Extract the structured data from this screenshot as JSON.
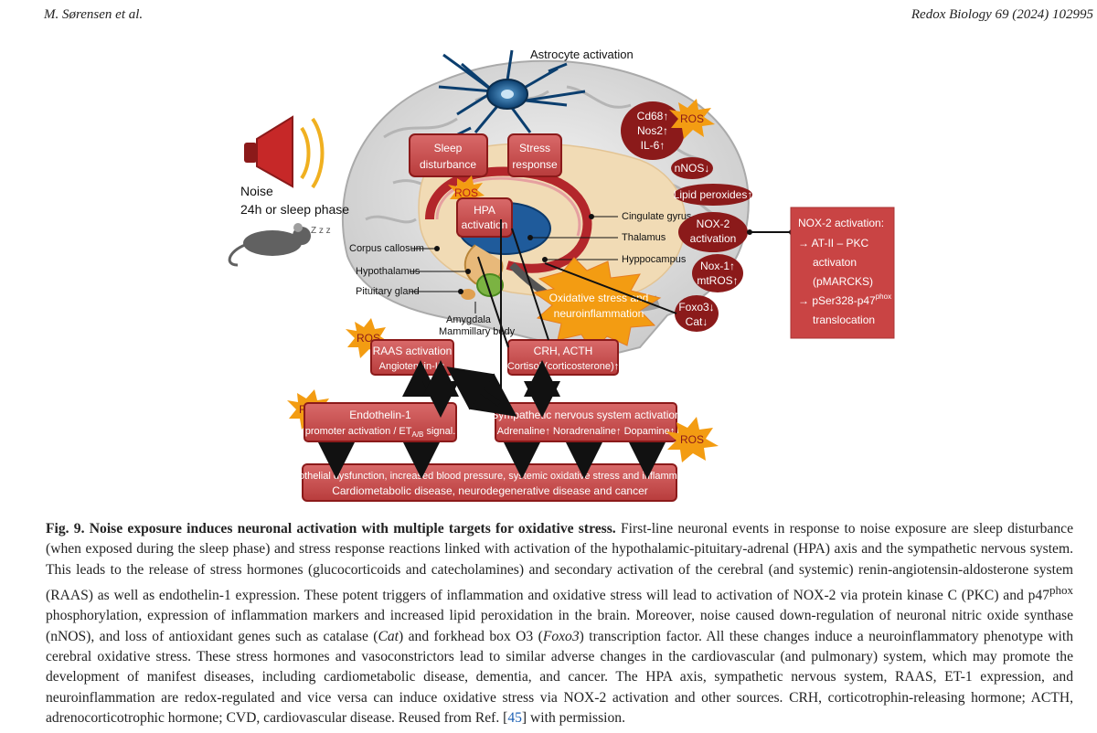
{
  "header": {
    "authors": "M. Sørensen et al.",
    "journal": "Redox Biology 69 (2024) 102995"
  },
  "figure": {
    "astrocyte": "Astrocyte activation",
    "noise_line1": "Noise",
    "noise_line2": "24h or sleep phase",
    "zzz": "Z z z",
    "sleep_line1": "Sleep",
    "sleep_line2": "disturbance",
    "stress_line1": "Stress",
    "stress_line2": "response",
    "ros": "ROS",
    "hpa_line1": "HPA",
    "hpa_line2": "activation",
    "labels": {
      "corpus": "Corpus callosum",
      "hypothalamus": "Hypothalamus",
      "pituitary": "Pituitary gland",
      "amygdala": "Amygdala",
      "mammillary": "Mammillary body",
      "cingulate": "Cingulate gyrus",
      "thalamus": "Thalamus",
      "hippocampus": "Hyppocampus"
    },
    "markers": {
      "cd68": "Cd68↑",
      "nos2": "Nos2↑",
      "il6": "IL-6↑",
      "nnos": "nNOS↓",
      "lipid": "Lipid peroxides↑",
      "nox2_line1": "NOX-2",
      "nox2_line2": "activation",
      "nox1_line1": "Nox-1↑",
      "nox1_line2": "mtROS↑",
      "foxo3": "Foxo3↓",
      "cat": "Cat↓"
    },
    "nox_box": {
      "title": "NOX-2 activation:",
      "l1": "→ AT-II – PKC",
      "l2": "activaton",
      "l3": "(pMARCKS)",
      "l4_pre": "→ pSer328-p47",
      "l4_sup": "phox",
      "l5": "translocation"
    },
    "oxidative_line1": "Oxidative stress and",
    "oxidative_line2": "neuroinflammation",
    "raas_line1": "RAAS activation",
    "raas_line2": "Angiotensin-II↑",
    "crh_line1": "CRH, ACTH",
    "crh_line2": "Cortisol (corticosterone)↑",
    "endo_line1": "Endothelin-1",
    "endo_line2_pre": "promoter activation / ET",
    "endo_line2_sub": "A/B",
    "endo_line2_post": " signal.",
    "sns_line1": "Sympathetic nervous system activation",
    "sns_line2": "Adrenaline↑ Noradrenaline↑ Dopamine↑",
    "outcome_line1": "Endothelial dysfunction, increased blood pressure, systemic oxidative stress and inflammation",
    "outcome_line2": "Cardiometabolic disease, neurodegenerative disease and cancer"
  },
  "caption": {
    "label": "Fig. 9.",
    "title": "Noise exposure induces neuronal activation with multiple targets for oxidative stress.",
    "p1": "First-line neuronal events in response to noise exposure are sleep disturbance (when exposed during the sleep phase) and stress response reactions linked with activation of the hypothalamic-pituitary-adrenal (HPA) axis and the sympathetic nervous system. This leads to the release of stress hormones (glucocorticoids and catecholamines) and secondary activation of the cerebral (and systemic) renin-angiotensin-aldosterone system (RAAS) as well as endothelin-1 expression. These potent triggers of inflammation and oxidative stress will lead to activation of NOX-2 via protein kinase C (PKC) and p47",
    "p1_sup": "phox",
    "p2": " phosphorylation, expression of inflammation markers and increased lipid peroxidation in the brain. Moreover, noise caused down-regulation of neuronal nitric oxide synthase (nNOS), and loss of antioxidant genes such as catalase (",
    "cat": "Cat",
    "p3": ") and forkhead box O3 (",
    "foxo3": "Foxo3",
    "p4": ") transcription factor. All these changes induce a neuroinflammatory phenotype with cerebral oxidative stress. These stress hormones and vasoconstrictors lead to similar adverse changes in the cardiovascular (and pulmonary) system, which may promote the development of manifest diseases, including cardiometabolic disease, dementia, and cancer. The HPA axis, sympathetic nervous system, RAAS, ET-1 expression, and neuroinflammation are redox-regulated and vice versa can induce oxidative stress via NOX-2 activation and other sources. CRH, corticotrophin-releasing hormone; ACTH, adrenocorticotrophic hormone; CVD, cardiovascular disease. Reused from Ref. [",
    "ref": "45",
    "p5": "] with permission."
  }
}
